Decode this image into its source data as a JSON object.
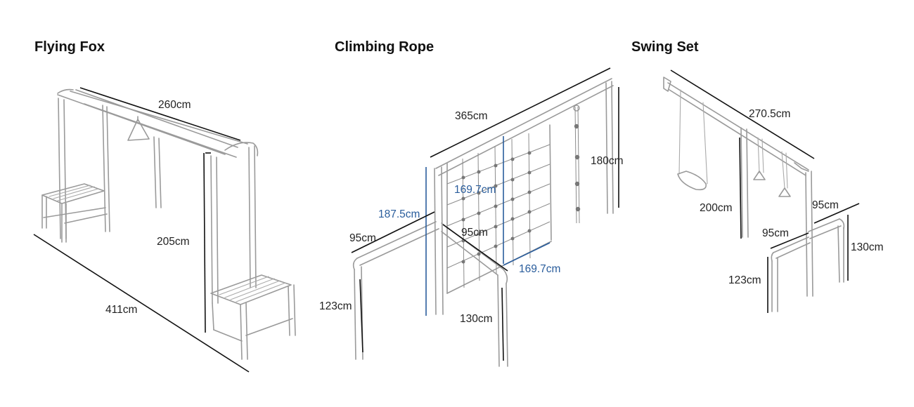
{
  "sections": [
    {
      "title": "Flying Fox",
      "dimensions": [
        "260cm",
        "205cm",
        "411cm"
      ]
    },
    {
      "title": "Climbing Rope",
      "dimensions": [
        "365cm",
        "180cm",
        "169.7cm",
        "187.5cm",
        "95cm",
        "95cm",
        "169.7cm",
        "123cm",
        "130cm"
      ]
    },
    {
      "title": "Swing Set",
      "dimensions": [
        "270.5cm",
        "200cm",
        "95cm",
        "95cm",
        "130cm",
        "123cm"
      ]
    }
  ],
  "colors": {
    "dimension_dark": "#111111",
    "dimension_blue": "#2a5d9c",
    "frame": "#9a9a9a"
  }
}
